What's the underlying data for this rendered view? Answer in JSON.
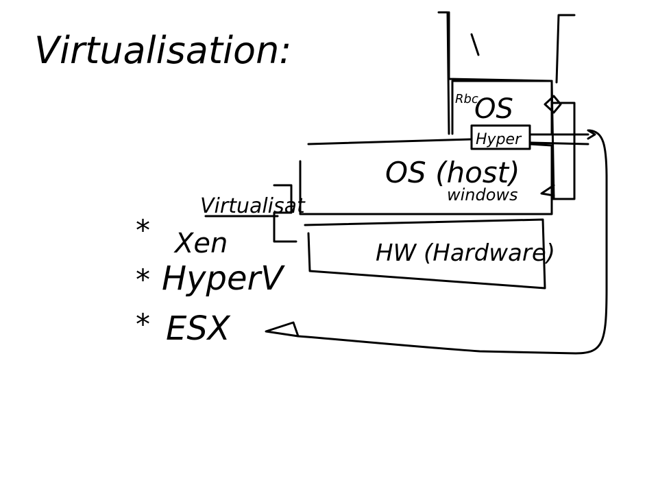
{
  "title": "Virtualisation:",
  "stack": {
    "guest_os_label": "OS",
    "guest_os_prefix": "Rbc",
    "hypervisor_label": "Hyper",
    "host_os_label": "OS (host)",
    "host_os_sub": "windows",
    "hardware_label": "HW (Hardware)",
    "virtualisation_tag": "Virtualisat"
  },
  "hypervisor_list": {
    "items": [
      "Xen",
      "HyperV",
      "ESX"
    ],
    "bullet": "*"
  },
  "colors": {
    "ink": "#000000",
    "background": "#ffffff"
  }
}
